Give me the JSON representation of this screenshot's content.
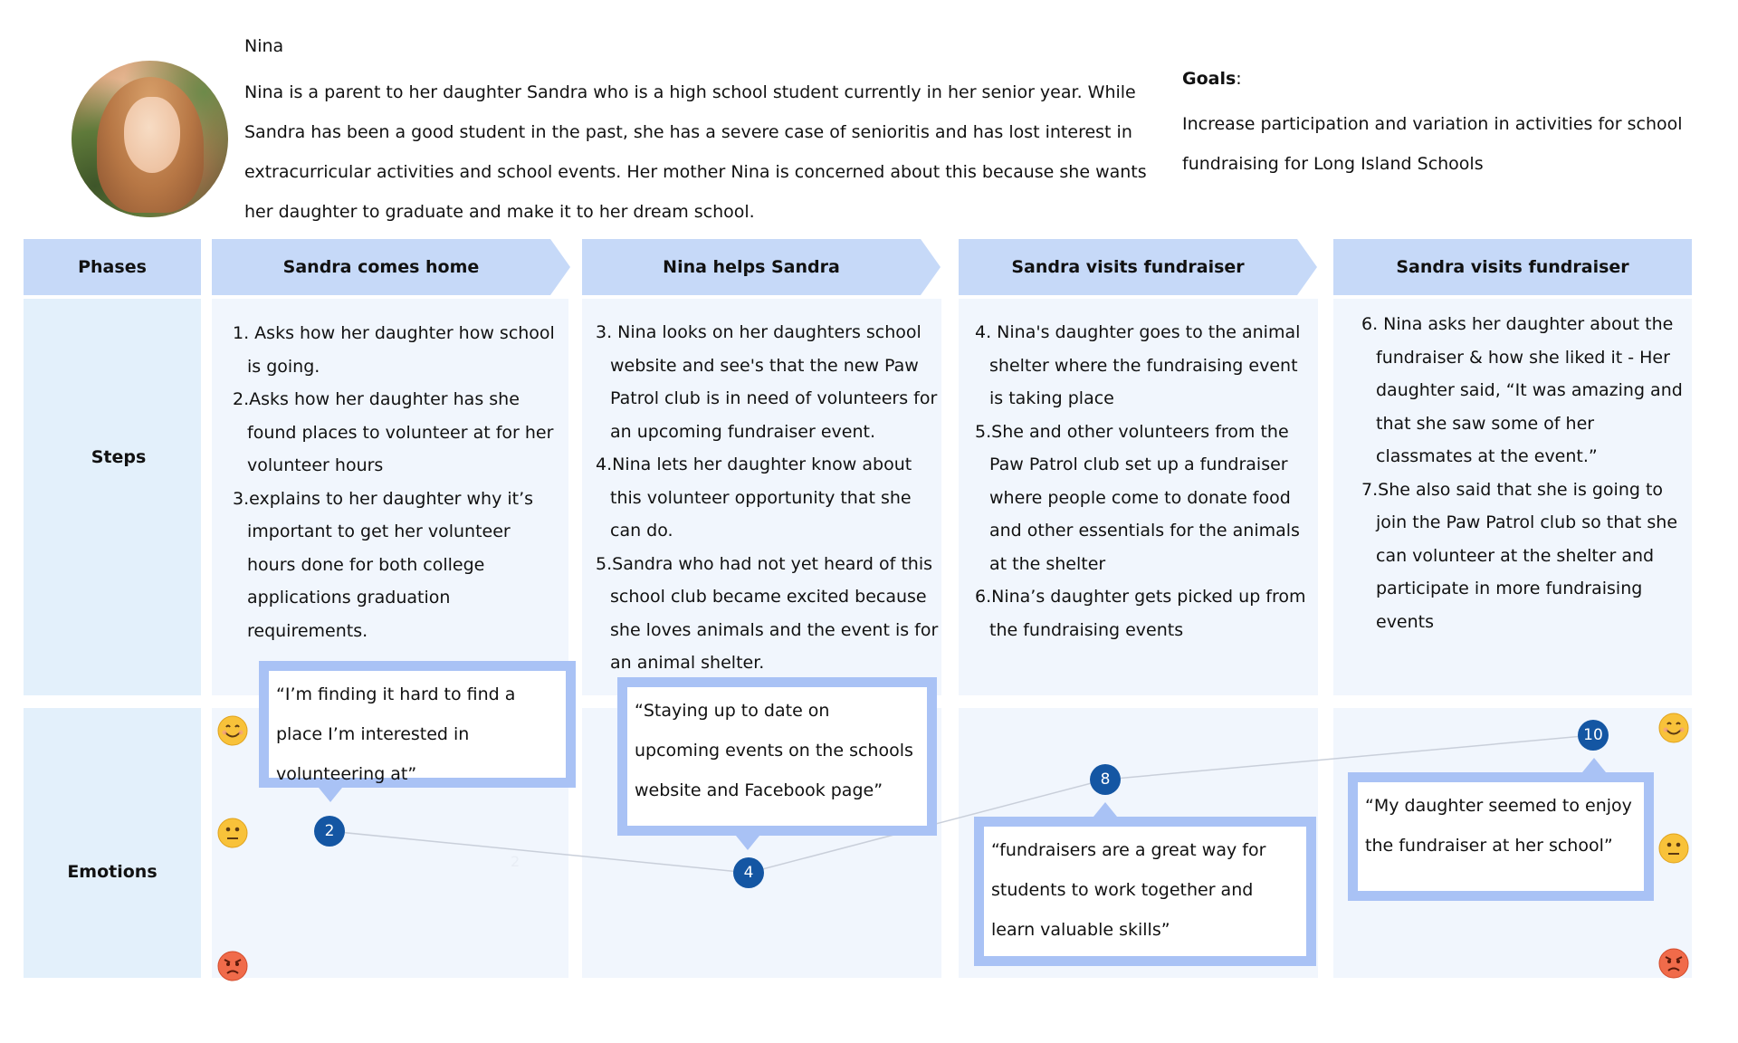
{
  "persona": {
    "name": "Nina",
    "bio": "Nina is a parent to her daughter Sandra who is a high school student currently in her senior year. While Sandra has been a good student in the past, she has a severe case of senioritis and has lost interest in extracurricular activities and school events. Her mother Nina is concerned about this because she wants her daughter to graduate and make it to her dream school.",
    "goals_label": "Goals",
    "goals_colon": ":",
    "goals_text": "Increase participation and variation in activities for school fundraising for Long Island  Schools"
  },
  "row_labels": {
    "phases": "Phases",
    "steps": "Steps",
    "emotions": "Emotions"
  },
  "phases": [
    {
      "title": "Sandra comes home",
      "steps": [
        "1.  Asks how her daughter how school is going.",
        "2.Asks how her daughter has she found places to volunteer at for her volunteer hours",
        "3.explains to her daughter why it’s important to get her volunteer hours done  for both college applications graduation requirements."
      ]
    },
    {
      "title": "Nina helps Sandra",
      "steps": [
        "3. Nina looks on her daughters school website and see's that the new Paw Patrol club is in need of volunteers for an upcoming fundraiser event.",
        "4.Nina lets her daughter know about this volunteer opportunity that she can do.",
        "5.Sandra who had not yet heard of this school club became excited because she loves animals and the event is for an animal shelter."
      ]
    },
    {
      "title": "Sandra visits fundraiser",
      "steps": [
        "4. Nina's daughter goes to the animal shelter where the fundraising event is taking place",
        "5.She and other volunteers from the Paw Patrol club set up a fundraiser where people come to donate food and other essentials for the animals at the shelter",
        "6.Nina’s daughter gets picked up from the fundraising events"
      ]
    },
    {
      "title": "Sandra visits fundraiser",
      "steps": [
        "6. Nina asks her daughter about the fundraiser & how she liked it - Her daughter said, “It was amazing and that she saw some of her classmates at the event.”",
        "7.She also said that she is going to join the Paw Patrol club so that she can volunteer at the shelter and participate in more fundraising events"
      ]
    }
  ],
  "emotion_points": [
    {
      "label": "2",
      "quote": "“I’m finding it hard to find a place I’m interested in volunteering at”"
    },
    {
      "label": "4",
      "quote": "“Staying up to date on upcoming events on the schools website and Facebook page”"
    },
    {
      "label": "8",
      "quote": "“fundraisers are a great way for students to work together and learn valuable skills”"
    },
    {
      "label": "10",
      "quote": "“My daughter seemed to enjoy the fundraiser at her school”"
    }
  ],
  "faint_label": "2",
  "scale_icons": {
    "top": "happy-face-icon",
    "middle": "neutral-face-icon",
    "bottom": "angry-face-icon"
  },
  "colors": {
    "phase_header": "#c6d9f8",
    "label_cell": "#e3f0fb",
    "content_cell": "#f1f6fd",
    "quote_border": "#a9c2f5",
    "marker": "#1456a3"
  }
}
